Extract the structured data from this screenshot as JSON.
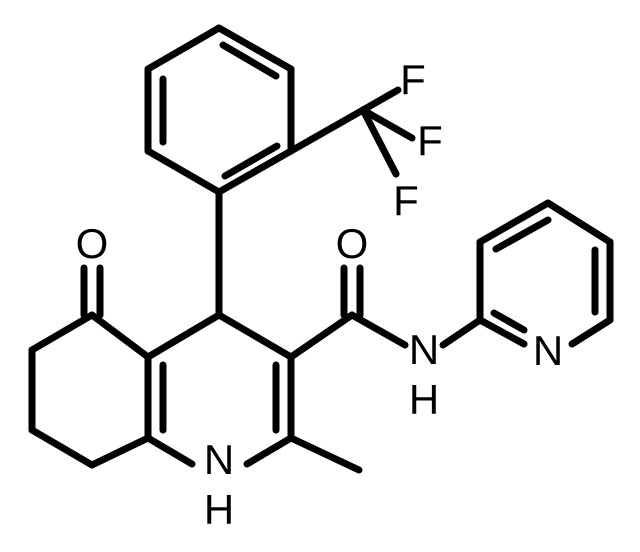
{
  "molecule": {
    "atoms": {
      "o_ketone": "O",
      "o_amide": "O",
      "n_amide": "N",
      "h_amide": "H",
      "n_ring": "N",
      "h_ring": "H",
      "n_pyridine": "N",
      "f_top": "F",
      "f_mid": "F",
      "f_bottom": "F"
    }
  }
}
